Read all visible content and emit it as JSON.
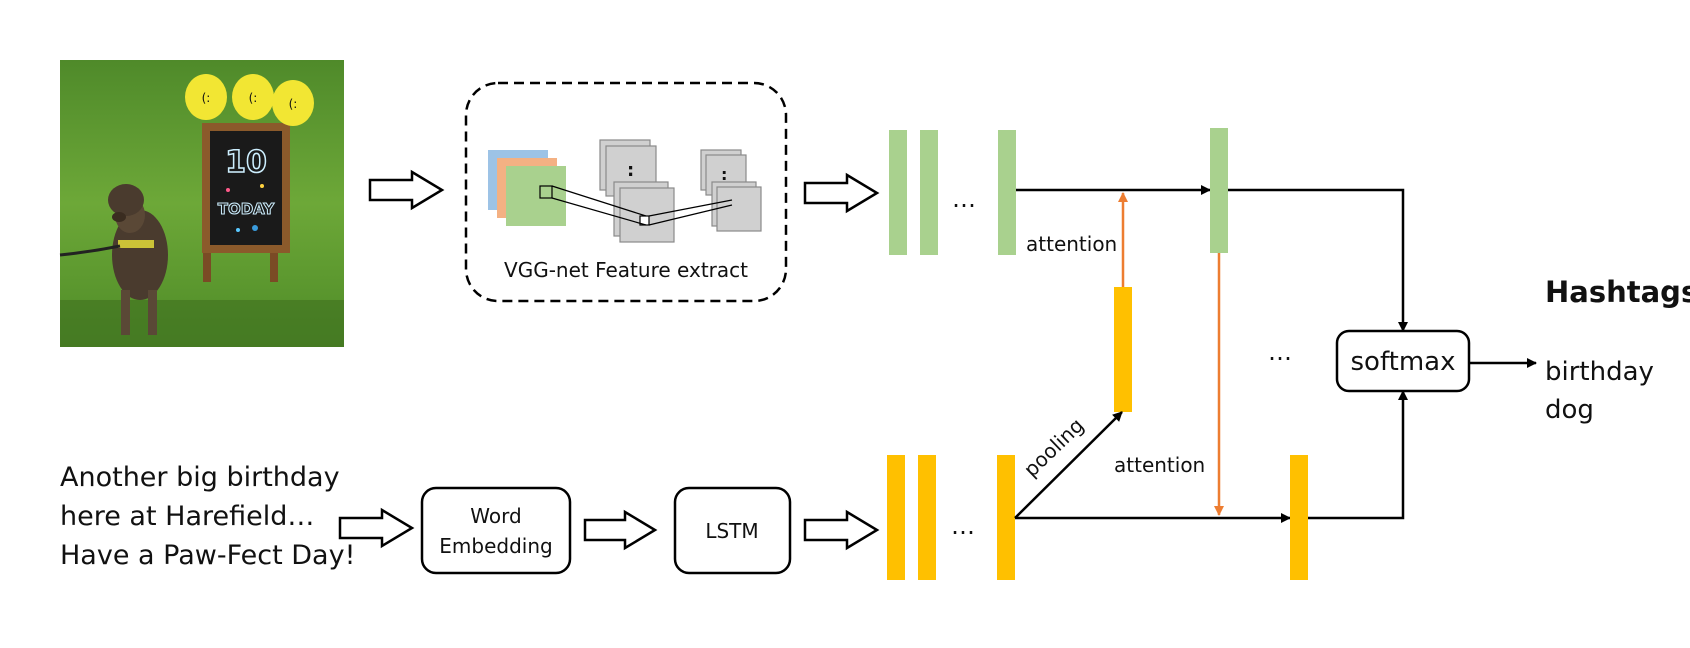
{
  "photo": {
    "sign_number": "10",
    "sign_text": "TODAY",
    "balloon_text": "(:"
  },
  "cnn": {
    "caption": "VGG-net Feature extract",
    "dots": ":"
  },
  "text_input": {
    "lines": [
      "Another big birthday",
      "here at Harefield…",
      "Have a Paw-Fect Day!"
    ]
  },
  "blocks": {
    "word_embedding": [
      "Word",
      "Embedding"
    ],
    "lstm": "LSTM",
    "softmax": "softmax"
  },
  "labels": {
    "attention_top": "attention",
    "attention_bottom": "attention",
    "pooling": "pooling",
    "ellipsis": "…"
  },
  "output": {
    "title": "Hashtags:",
    "tags": [
      "birthday",
      "dog"
    ]
  },
  "colors": {
    "visual_feature": "#A9D18E",
    "text_feature": "#FFC000",
    "attention_arrow": "#ED7D31",
    "cnn_blue": "#9DC3E6",
    "cnn_orange": "#F4B183",
    "cnn_gray": "#D0D0D0",
    "grass": "#5E9A2E"
  }
}
